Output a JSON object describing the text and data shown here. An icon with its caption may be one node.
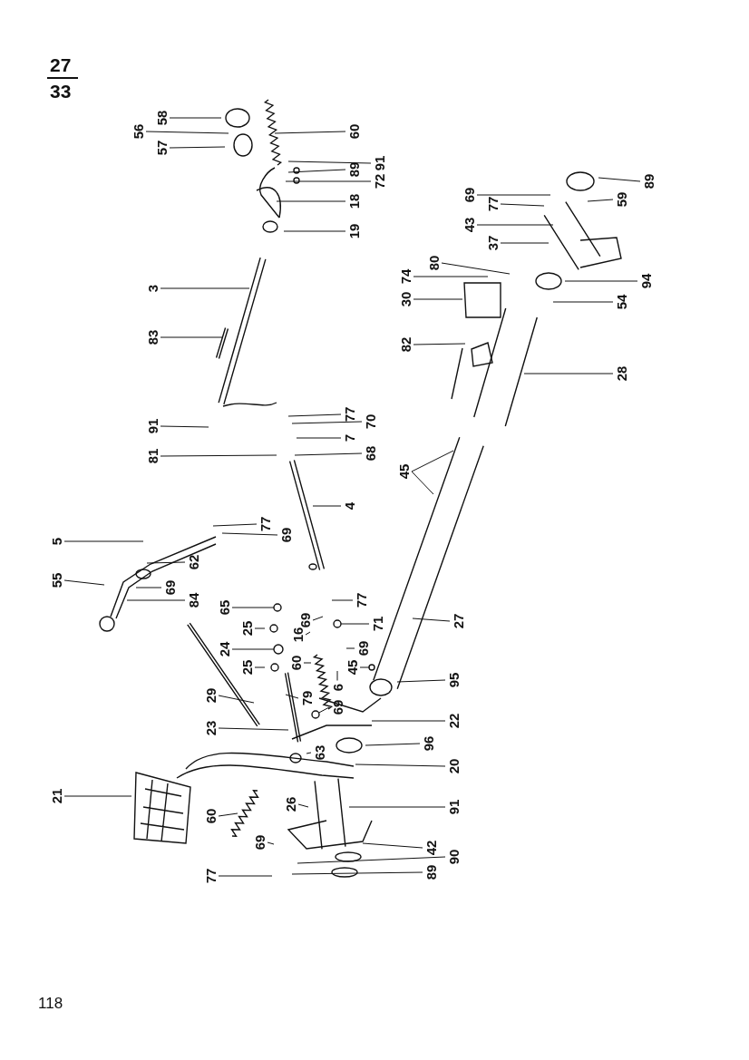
{
  "diagram": {
    "nodes": [
      {
        "text": [
          "58"
        ]
      },
      {
        "text": [
          "56"
        ]
      },
      {
        "text": [
          "57"
        ]
      },
      {
        "text": [
          "60"
        ]
      },
      {
        "text": [
          "91"
        ]
      },
      {
        "text": [
          "89"
        ]
      },
      {
        "text": [
          "72"
        ]
      },
      {
        "text": [
          "18"
        ]
      },
      {
        "text": [
          "19"
        ]
      },
      {
        "text": [
          "3"
        ]
      },
      {
        "text": [
          "83"
        ]
      },
      {
        "text": [
          "89"
        ]
      },
      {
        "text": [
          "69"
        ]
      },
      {
        "text": [
          "59"
        ]
      },
      {
        "text": [
          "77"
        ]
      },
      {
        "text": [
          "43"
        ]
      },
      {
        "text": [
          "37"
        ]
      },
      {
        "text": [
          "80"
        ]
      },
      {
        "text": [
          "74"
        ]
      },
      {
        "text": [
          "30"
        ]
      },
      {
        "text": [
          "94"
        ]
      },
      {
        "text": [
          "54"
        ]
      },
      {
        "text": [
          "82"
        ]
      },
      {
        "text": [
          "28"
        ]
      },
      {
        "text": [
          "91"
        ]
      },
      {
        "text": [
          "77"
        ]
      },
      {
        "text": [
          "70"
        ]
      },
      {
        "text": [
          "7"
        ]
      },
      {
        "text": [
          "81"
        ]
      },
      {
        "text": [
          "68"
        ]
      },
      {
        "text": [
          "45"
        ]
      },
      {
        "text": [
          "4"
        ]
      },
      {
        "text": [
          "27"
        ]
      },
      {
        "text": [
          "5"
        ]
      },
      {
        "text": [
          "77"
        ]
      },
      {
        "text": [
          "69"
        ]
      },
      {
        "text": [
          "55"
        ]
      },
      {
        "text": [
          "62"
        ]
      },
      {
        "text": [
          "69"
        ]
      },
      {
        "text": [
          "84"
        ]
      },
      {
        "text": [
          "65"
        ]
      },
      {
        "text": [
          "25"
        ]
      },
      {
        "text": [
          "24"
        ]
      },
      {
        "text": [
          "25"
        ]
      },
      {
        "text": [
          "16"
        ]
      },
      {
        "text": [
          "69"
        ]
      },
      {
        "text": [
          "77"
        ]
      },
      {
        "text": [
          "71"
        ]
      },
      {
        "text": [
          "69"
        ]
      },
      {
        "text": [
          "45"
        ]
      },
      {
        "text": [
          "6"
        ]
      },
      {
        "text": [
          "60"
        ]
      },
      {
        "text": [
          "79"
        ]
      },
      {
        "text": [
          "69"
        ]
      },
      {
        "text": [
          "29"
        ]
      },
      {
        "text": [
          "23"
        ]
      },
      {
        "text": [
          "95"
        ]
      },
      {
        "text": [
          "22"
        ]
      },
      {
        "text": [
          "63"
        ]
      },
      {
        "text": [
          "96"
        ]
      },
      {
        "text": [
          "20"
        ]
      },
      {
        "text": [
          "21"
        ]
      },
      {
        "text": [
          "26"
        ]
      },
      {
        "text": [
          "60"
        ]
      },
      {
        "text": [
          "91"
        ]
      },
      {
        "text": [
          "69"
        ]
      },
      {
        "text": [
          "77"
        ]
      },
      {
        "text": [
          "42"
        ]
      },
      {
        "text": [
          "90"
        ]
      },
      {
        "text": [
          "89"
        ]
      },
      {
        "text": [],
        "shape": "circle"
      },
      {
        "text": [],
        "shape": "circle"
      },
      {
        "text": [],
        "shape": "circle"
      },
      {
        "text": [],
        "shape": "circle"
      },
      {
        "text": [],
        "shape": "circle"
      },
      {
        "text": [],
        "shape": "spring"
      }
    ],
    "edges": [
      {
        "from": 0,
        "to": null,
        "arrow": "none"
      },
      {
        "from": 1,
        "to": null,
        "arrow": "none"
      },
      {
        "from": 2,
        "to": null,
        "arrow": "none"
      },
      {
        "from": 3,
        "to": null,
        "arrow": "none"
      },
      {
        "from": 4,
        "to": null,
        "arrow": "none"
      },
      {
        "from": 5,
        "to": null,
        "arrow": "none"
      },
      {
        "from": 6,
        "to": null,
        "arrow": "none"
      },
      {
        "from": 7,
        "to": null,
        "arrow": "none"
      },
      {
        "from": 8,
        "to": null,
        "arrow": "none"
      },
      {
        "from": 9,
        "to": null,
        "arrow": "none"
      },
      {
        "from": 10,
        "to": null,
        "arrow": "none"
      },
      {
        "from": 11,
        "to": null,
        "arrow": "none"
      },
      {
        "from": 12,
        "to": null,
        "arrow": "none"
      },
      {
        "from": 13,
        "to": null,
        "arrow": "none"
      },
      {
        "from": 14,
        "to": null,
        "arrow": "none"
      },
      {
        "from": 15,
        "to": null,
        "arrow": "none"
      },
      {
        "from": 16,
        "to": null,
        "arrow": "none"
      },
      {
        "from": 17,
        "to": null,
        "arrow": "none"
      },
      {
        "from": 18,
        "to": null,
        "arrow": "none"
      },
      {
        "from": 19,
        "to": null,
        "arrow": "none"
      },
      {
        "from": 20,
        "to": null,
        "arrow": "none"
      },
      {
        "from": 21,
        "to": null,
        "arrow": "none"
      },
      {
        "from": 22,
        "to": null,
        "arrow": "none"
      },
      {
        "from": 23,
        "to": null,
        "arrow": "none"
      },
      {
        "from": 24,
        "to": null,
        "arrow": "none"
      },
      {
        "from": 25,
        "to": null,
        "arrow": "none"
      },
      {
        "from": 26,
        "to": null,
        "arrow": "none"
      },
      {
        "from": 27,
        "to": null,
        "arrow": "none"
      },
      {
        "from": 28,
        "to": null,
        "arrow": "none"
      },
      {
        "from": 29,
        "to": null,
        "arrow": "none"
      },
      {
        "from": 30,
        "to": null,
        "arrow": "none"
      },
      {
        "from": 30,
        "to": null,
        "arrow": "none"
      },
      {
        "from": 31,
        "to": null,
        "arrow": "none"
      },
      {
        "from": 32,
        "to": null,
        "arrow": "none"
      },
      {
        "from": 33,
        "to": null,
        "arrow": "none"
      },
      {
        "from": 34,
        "to": null,
        "arrow": "none"
      },
      {
        "from": 35,
        "to": null,
        "arrow": "none"
      },
      {
        "from": 36,
        "to": null,
        "arrow": "none"
      },
      {
        "from": 37,
        "to": null,
        "arrow": "none"
      },
      {
        "from": 38,
        "to": null,
        "arrow": "none"
      },
      {
        "from": 39,
        "to": null,
        "arrow": "none"
      },
      {
        "from": 40,
        "to": 70,
        "arrow": "none"
      },
      {
        "from": 41,
        "to": null,
        "arrow": "none"
      },
      {
        "from": 42,
        "to": 71,
        "arrow": "none"
      },
      {
        "from": 43,
        "to": null,
        "arrow": "none"
      },
      {
        "from": 44,
        "to": null,
        "arrow": "none"
      },
      {
        "from": 45,
        "to": null,
        "arrow": "none"
      },
      {
        "from": 46,
        "to": null,
        "arrow": "none"
      },
      {
        "from": 47,
        "to": 72,
        "arrow": "none"
      },
      {
        "from": 48,
        "to": null,
        "arrow": "none"
      },
      {
        "from": 49,
        "to": 73,
        "arrow": "none"
      },
      {
        "from": 50,
        "to": null,
        "arrow": "none"
      },
      {
        "from": 51,
        "to": null,
        "arrow": "none"
      },
      {
        "from": 52,
        "to": null,
        "arrow": "none"
      },
      {
        "from": 53,
        "to": 74,
        "arrow": "none"
      },
      {
        "from": 54,
        "to": null,
        "arrow": "none"
      },
      {
        "from": 55,
        "to": null,
        "arrow": "none"
      },
      {
        "from": 56,
        "to": null,
        "arrow": "none"
      },
      {
        "from": 57,
        "to": null,
        "arrow": "none"
      },
      {
        "from": 58,
        "to": null,
        "arrow": "none"
      },
      {
        "from": 59,
        "to": null,
        "arrow": "none"
      },
      {
        "from": 60,
        "to": null,
        "arrow": "none"
      },
      {
        "from": 61,
        "to": null,
        "arrow": "none"
      },
      {
        "from": 62,
        "to": null,
        "arrow": "none"
      },
      {
        "from": 63,
        "to": 75,
        "arrow": "none"
      },
      {
        "from": 64,
        "to": null,
        "arrow": "none"
      },
      {
        "from": 65,
        "to": null,
        "arrow": "none"
      },
      {
        "from": 66,
        "to": null,
        "arrow": "none"
      },
      {
        "from": 67,
        "to": null,
        "arrow": "none"
      },
      {
        "from": 68,
        "to": null,
        "arrow": "none"
      },
      {
        "from": 69,
        "to": null,
        "arrow": "none"
      }
    ],
    "labels": [
      "27",
      "33",
      "118"
    ]
  }
}
